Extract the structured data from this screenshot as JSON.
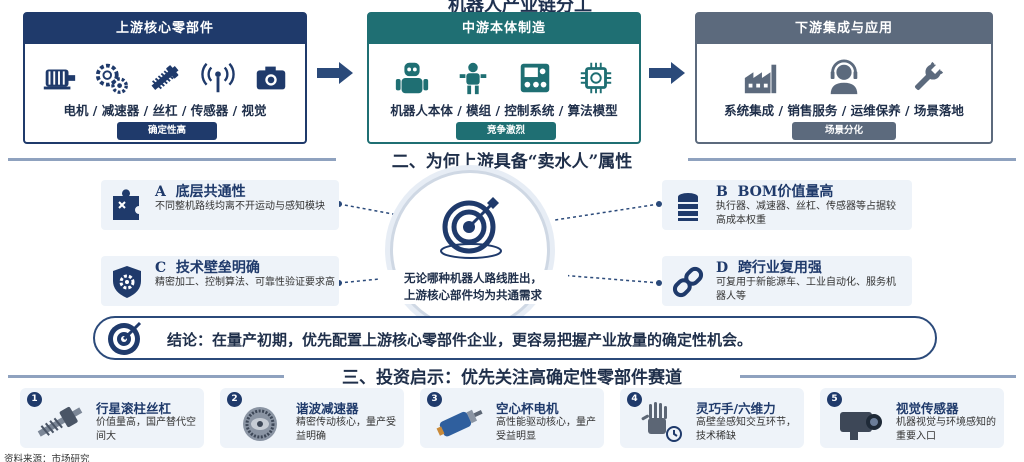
{
  "top_title": "机器人产业链分工",
  "colors": {
    "upstream": "#1f3a6b",
    "midstream": "#1f6f73",
    "downstream": "#5c6a7d",
    "arrow": "#2b4a7a"
  },
  "stages": [
    {
      "header": "上游核心零部件",
      "items": "电机 / 减速器 / 丝杠 / 传感器 / 视觉",
      "tag": "确定性高",
      "icons": [
        "motor-icon",
        "gear-reducer-icon",
        "screw-shaft-icon",
        "sensor-signal-icon",
        "camera-icon"
      ]
    },
    {
      "header": "中游本体制造",
      "items": "机器人本体 / 模组 / 控制系统 / 算法模型",
      "tag": "竞争激烈",
      "icons": [
        "humanoid-robot-icon",
        "robot-module-icon",
        "control-panel-icon",
        "chip-algorithm-icon"
      ]
    },
    {
      "header": "下游集成与应用",
      "items": "系统集成 / 销售服务 / 运维保养 / 场景落地",
      "tag": "场景分化",
      "icons": [
        "factory-icon",
        "customer-service-icon",
        "wrench-icon"
      ]
    }
  ],
  "section2_title": "二、为何上游具备“卖水人”属性",
  "features": [
    {
      "letter": "A",
      "title": "底层共通性",
      "desc": "不同整机路线均离不开运动与感知模块"
    },
    {
      "letter": "B",
      "title": "BOM价值量高",
      "desc": "执行器、减速器、丝杠、传感器等占据较高成本权重"
    },
    {
      "letter": "C",
      "title": "技术壁垒明确",
      "desc": "精密加工、控制算法、可靠性验证要求高"
    },
    {
      "letter": "D",
      "title": "跨行业复用强",
      "desc": "可复用于新能源车、工业自动化、服务机器人等"
    }
  ],
  "center": {
    "line1": "无论哪种机器人路线胜出，",
    "line2": "上游核心部件均为共通需求"
  },
  "conclusion": "结论：在量产初期，优先配置上游核心零部件企业，更容易把握产业放量的确定性机会。",
  "section3_title": "三、投资启示：优先关注高确定性零部件赛道",
  "parts": [
    {
      "num": "1",
      "title": "行星滚柱丝杠",
      "desc": "价值量高，国产替代空间大"
    },
    {
      "num": "2",
      "title": "谐波减速器",
      "desc": "精密传动核心，量产受益明确"
    },
    {
      "num": "3",
      "title": "空心杯电机",
      "desc": "高性能驱动核心，量产受益明显"
    },
    {
      "num": "4",
      "title": "灵巧手/六维力",
      "desc": "高壁垒感知交互环节，技术稀缺"
    },
    {
      "num": "5",
      "title": "视觉传感器",
      "desc": "机器视觉与环境感知的重要入口"
    }
  ],
  "source": "资料来源：市场研究"
}
